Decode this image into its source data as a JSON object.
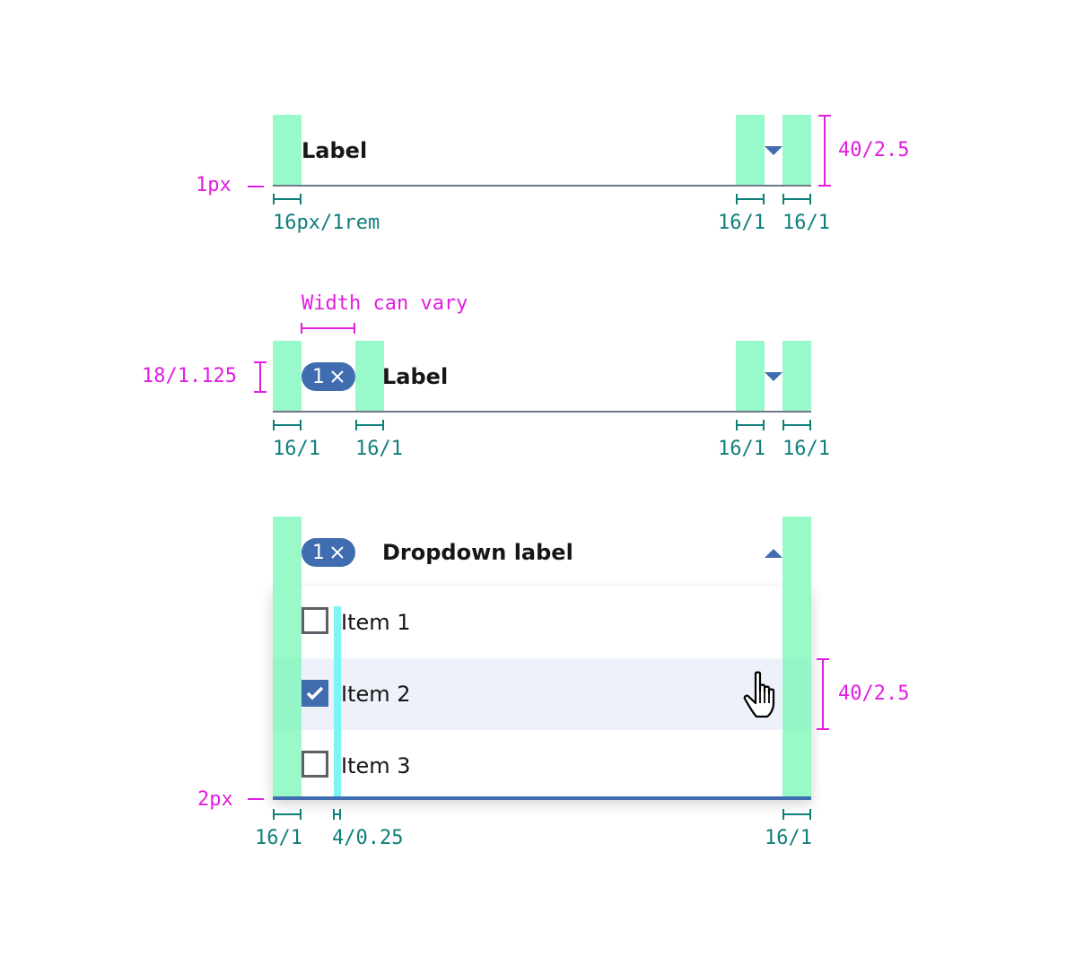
{
  "colors": {
    "spacing_overlay": "#98f9cb",
    "annotation_pink": "#e21de0",
    "annotation_teal": "#0f7f7a",
    "accent_blue": "#3f6db0",
    "hover_row": "#edf2fa",
    "gutter_cyan": "#7ef5f5",
    "text": "#161616"
  },
  "section1": {
    "field_label": "Label",
    "border_label": "1px",
    "height_label": "40/2.5",
    "left_padding_label": "16px/1rem",
    "icon_padding_label": "16/1",
    "right_padding_label": "16/1",
    "icon": "chevron-down-icon"
  },
  "section2": {
    "width_label": "Width can vary",
    "tag_height_label": "18/1.125",
    "tag_count": "1",
    "field_label": "Label",
    "left_padding_label": "16/1",
    "tag_gap_label": "16/1",
    "icon_padding_label": "16/1",
    "right_padding_label": "16/1",
    "icon": "chevron-down-icon"
  },
  "section3": {
    "tag_count": "1",
    "title": "Dropdown label",
    "items": [
      {
        "label": "Item 1",
        "checked": false
      },
      {
        "label": "Item 2",
        "checked": true
      },
      {
        "label": "Item 3",
        "checked": false
      }
    ],
    "item_height_label": "40/2.5",
    "border_label": "2px",
    "left_padding_label": "16/1",
    "gutter_label": "4/0.25",
    "right_padding_label": "16/1",
    "icon": "chevron-up-icon"
  }
}
